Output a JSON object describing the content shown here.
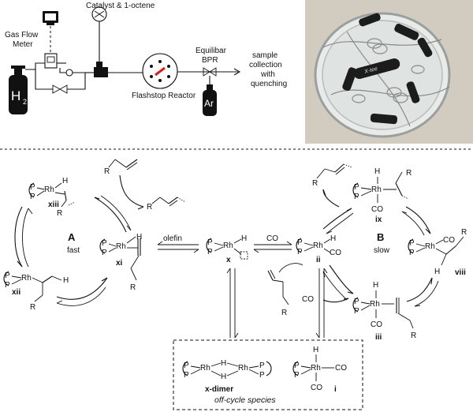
{
  "top": {
    "catalyst_label": "Catalyst & 1-octene",
    "gas_flow_meter": [
      "Gas Flow",
      "Meter"
    ],
    "h2_label": "H",
    "h2_subscript": "2",
    "reactor_label": "Flashstop Reactor",
    "bpr_label": [
      "Equilibar",
      "BPR"
    ],
    "ar_label": "Ar",
    "sample_label": [
      "sample",
      "collection",
      "with",
      "quenching"
    ],
    "photo_brand": "X-tee"
  },
  "mechanism": {
    "cycle_a": {
      "label": "A",
      "subtitle": "fast"
    },
    "cycle_b": {
      "label": "B",
      "subtitle": "slow"
    },
    "olefin_label": "olefin",
    "co_label_top": "CO",
    "co_label_mid": "CO",
    "off_cycle_label": "off-cycle species",
    "species": {
      "x": "x",
      "ii": "ii",
      "iii": "iii",
      "ix": "ix",
      "viii": "viii",
      "xi": "xi",
      "xii": "xii",
      "xiii": "xiii",
      "i": "i",
      "x_dimer": "x-dimer"
    },
    "atoms": {
      "P": "P",
      "Rh": "Rh",
      "H": "H",
      "CO": "CO",
      "R": "R"
    }
  }
}
